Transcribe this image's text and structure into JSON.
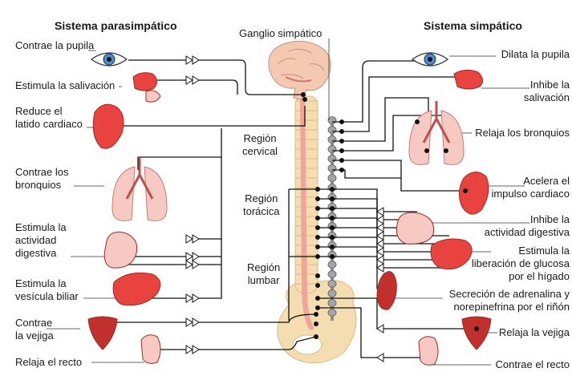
{
  "headers": {
    "left": "Sistema parasimpático",
    "right": "Sistema simpático",
    "ganglion": "Ganglio simpático"
  },
  "regions": {
    "cervical": [
      "Región",
      "cervical"
    ],
    "thoracic": [
      "Región",
      "torácica"
    ],
    "lumbar": [
      "Región",
      "lumbar"
    ]
  },
  "left_labels": [
    [
      "Contrae la pupila"
    ],
    [
      "Estimula la salivación"
    ],
    [
      "Reduce el",
      "latido cardiaco"
    ],
    [
      "Contrae los",
      "bronquios"
    ],
    [
      "Estimula la",
      "actividad",
      "digestiva"
    ],
    [
      "Estimula la",
      "vesícula biliar"
    ],
    [
      "Contrae",
      "la vejiga"
    ],
    [
      "Relaja el recto"
    ]
  ],
  "right_labels": [
    [
      "Dilata la pupila"
    ],
    [
      "Inhibe la",
      "salivación"
    ],
    [
      "Relaja los bronquios"
    ],
    [
      "Acelera el",
      "impulso cardiaco"
    ],
    [
      "Inhibe la",
      "actividad digestiva"
    ],
    [
      "Estimula la",
      "liberación de glucosa",
      "por el hígado"
    ],
    [
      "Secreción de adrenalina y",
      "norepinefrina por el riñón"
    ],
    [
      "Relaja la vejiga"
    ],
    [
      "Contrae el recto"
    ]
  ],
  "icons": {
    "left": [
      "eye-icon",
      "salivary-gland-icon",
      "heart-icon",
      "lungs-icon",
      "stomach-icon",
      "liver-icon",
      "bladder-icon",
      "rectum-icon"
    ],
    "right": [
      "eye-icon",
      "salivary-gland-icon",
      "lungs-icon",
      "heart-icon",
      "stomach-icon",
      "liver-icon",
      "kidney-icon",
      "bladder-icon",
      "rectum-icon"
    ]
  },
  "colors": {
    "organ_red": "#e8433f",
    "organ_pink": "#f6c9c2",
    "brain": "#f3c9b2",
    "spine_bone": "#f4ddb0",
    "spinal_cord": "#f0a59a",
    "ganglia": "#9a9a9a",
    "nerve": "#111111"
  }
}
